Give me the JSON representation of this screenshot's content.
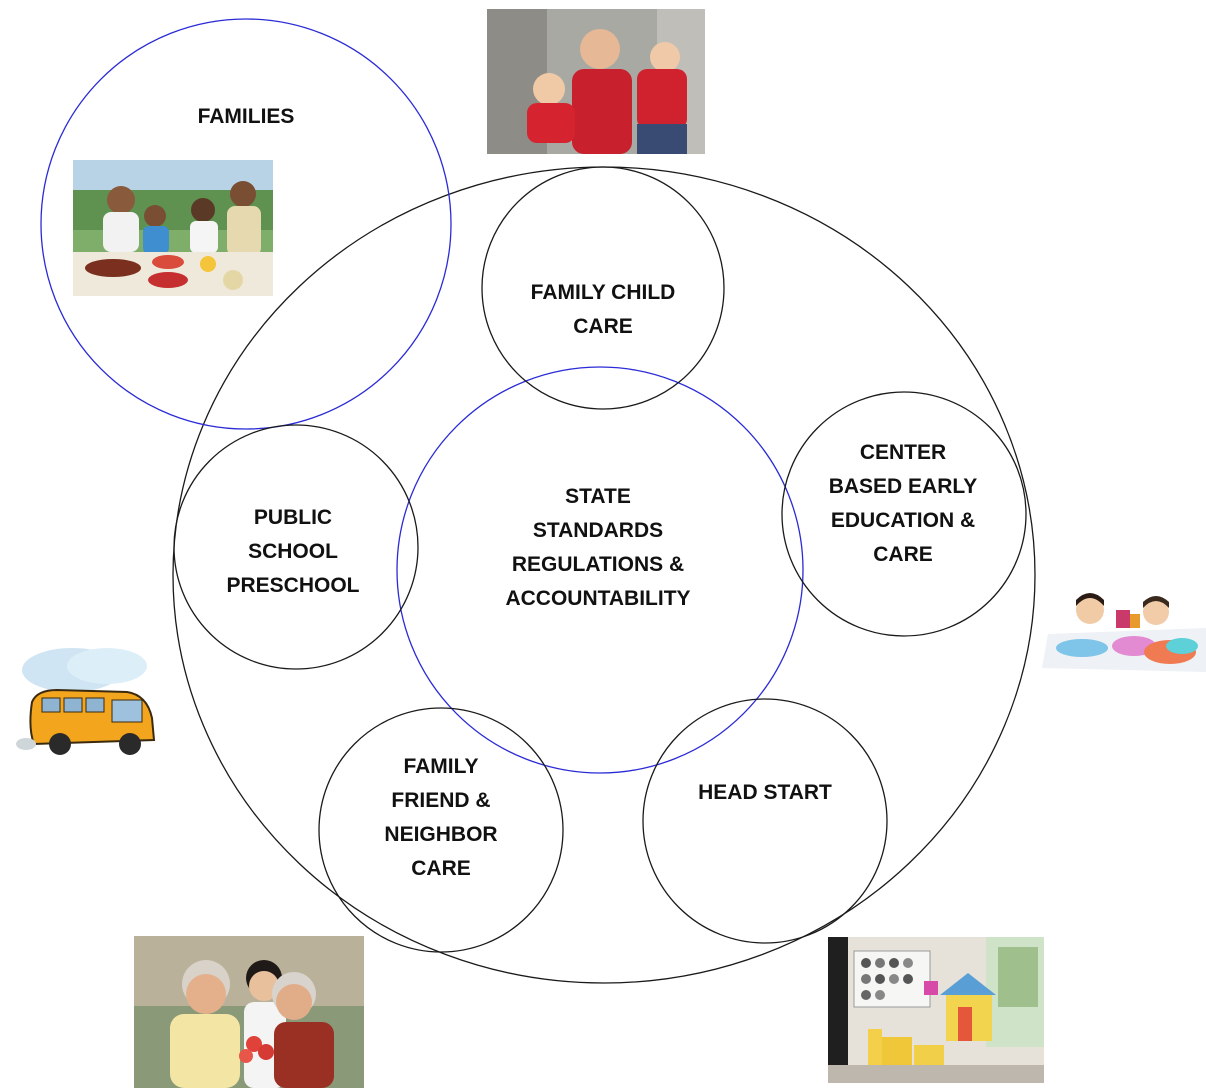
{
  "labels": {
    "families": "FAMILIES",
    "family_child_care": [
      "FAMILY CHILD",
      "CARE"
    ],
    "center_based": [
      "CENTER",
      "BASED EARLY",
      "EDUCATION &",
      "CARE"
    ],
    "public_school": [
      "PUBLIC",
      "SCHOOL",
      "PRESCHOOL"
    ],
    "state_standards": [
      "STATE",
      "STANDARDS",
      "REGULATIONS &",
      "ACCOUNTABILITY"
    ],
    "family_friend": [
      "FAMILY",
      "FRIEND &",
      "NEIGHBOR",
      "CARE"
    ],
    "head_start": "HEAD START"
  },
  "colors": {
    "black_outline": "#1a1a1a",
    "blue_outline": "#2b2bd6"
  },
  "images": [
    "family-dinner-photo",
    "father-children-photo",
    "children-painting-photo",
    "school-bus-illustration",
    "grandparents-photo",
    "playroom-photo"
  ]
}
